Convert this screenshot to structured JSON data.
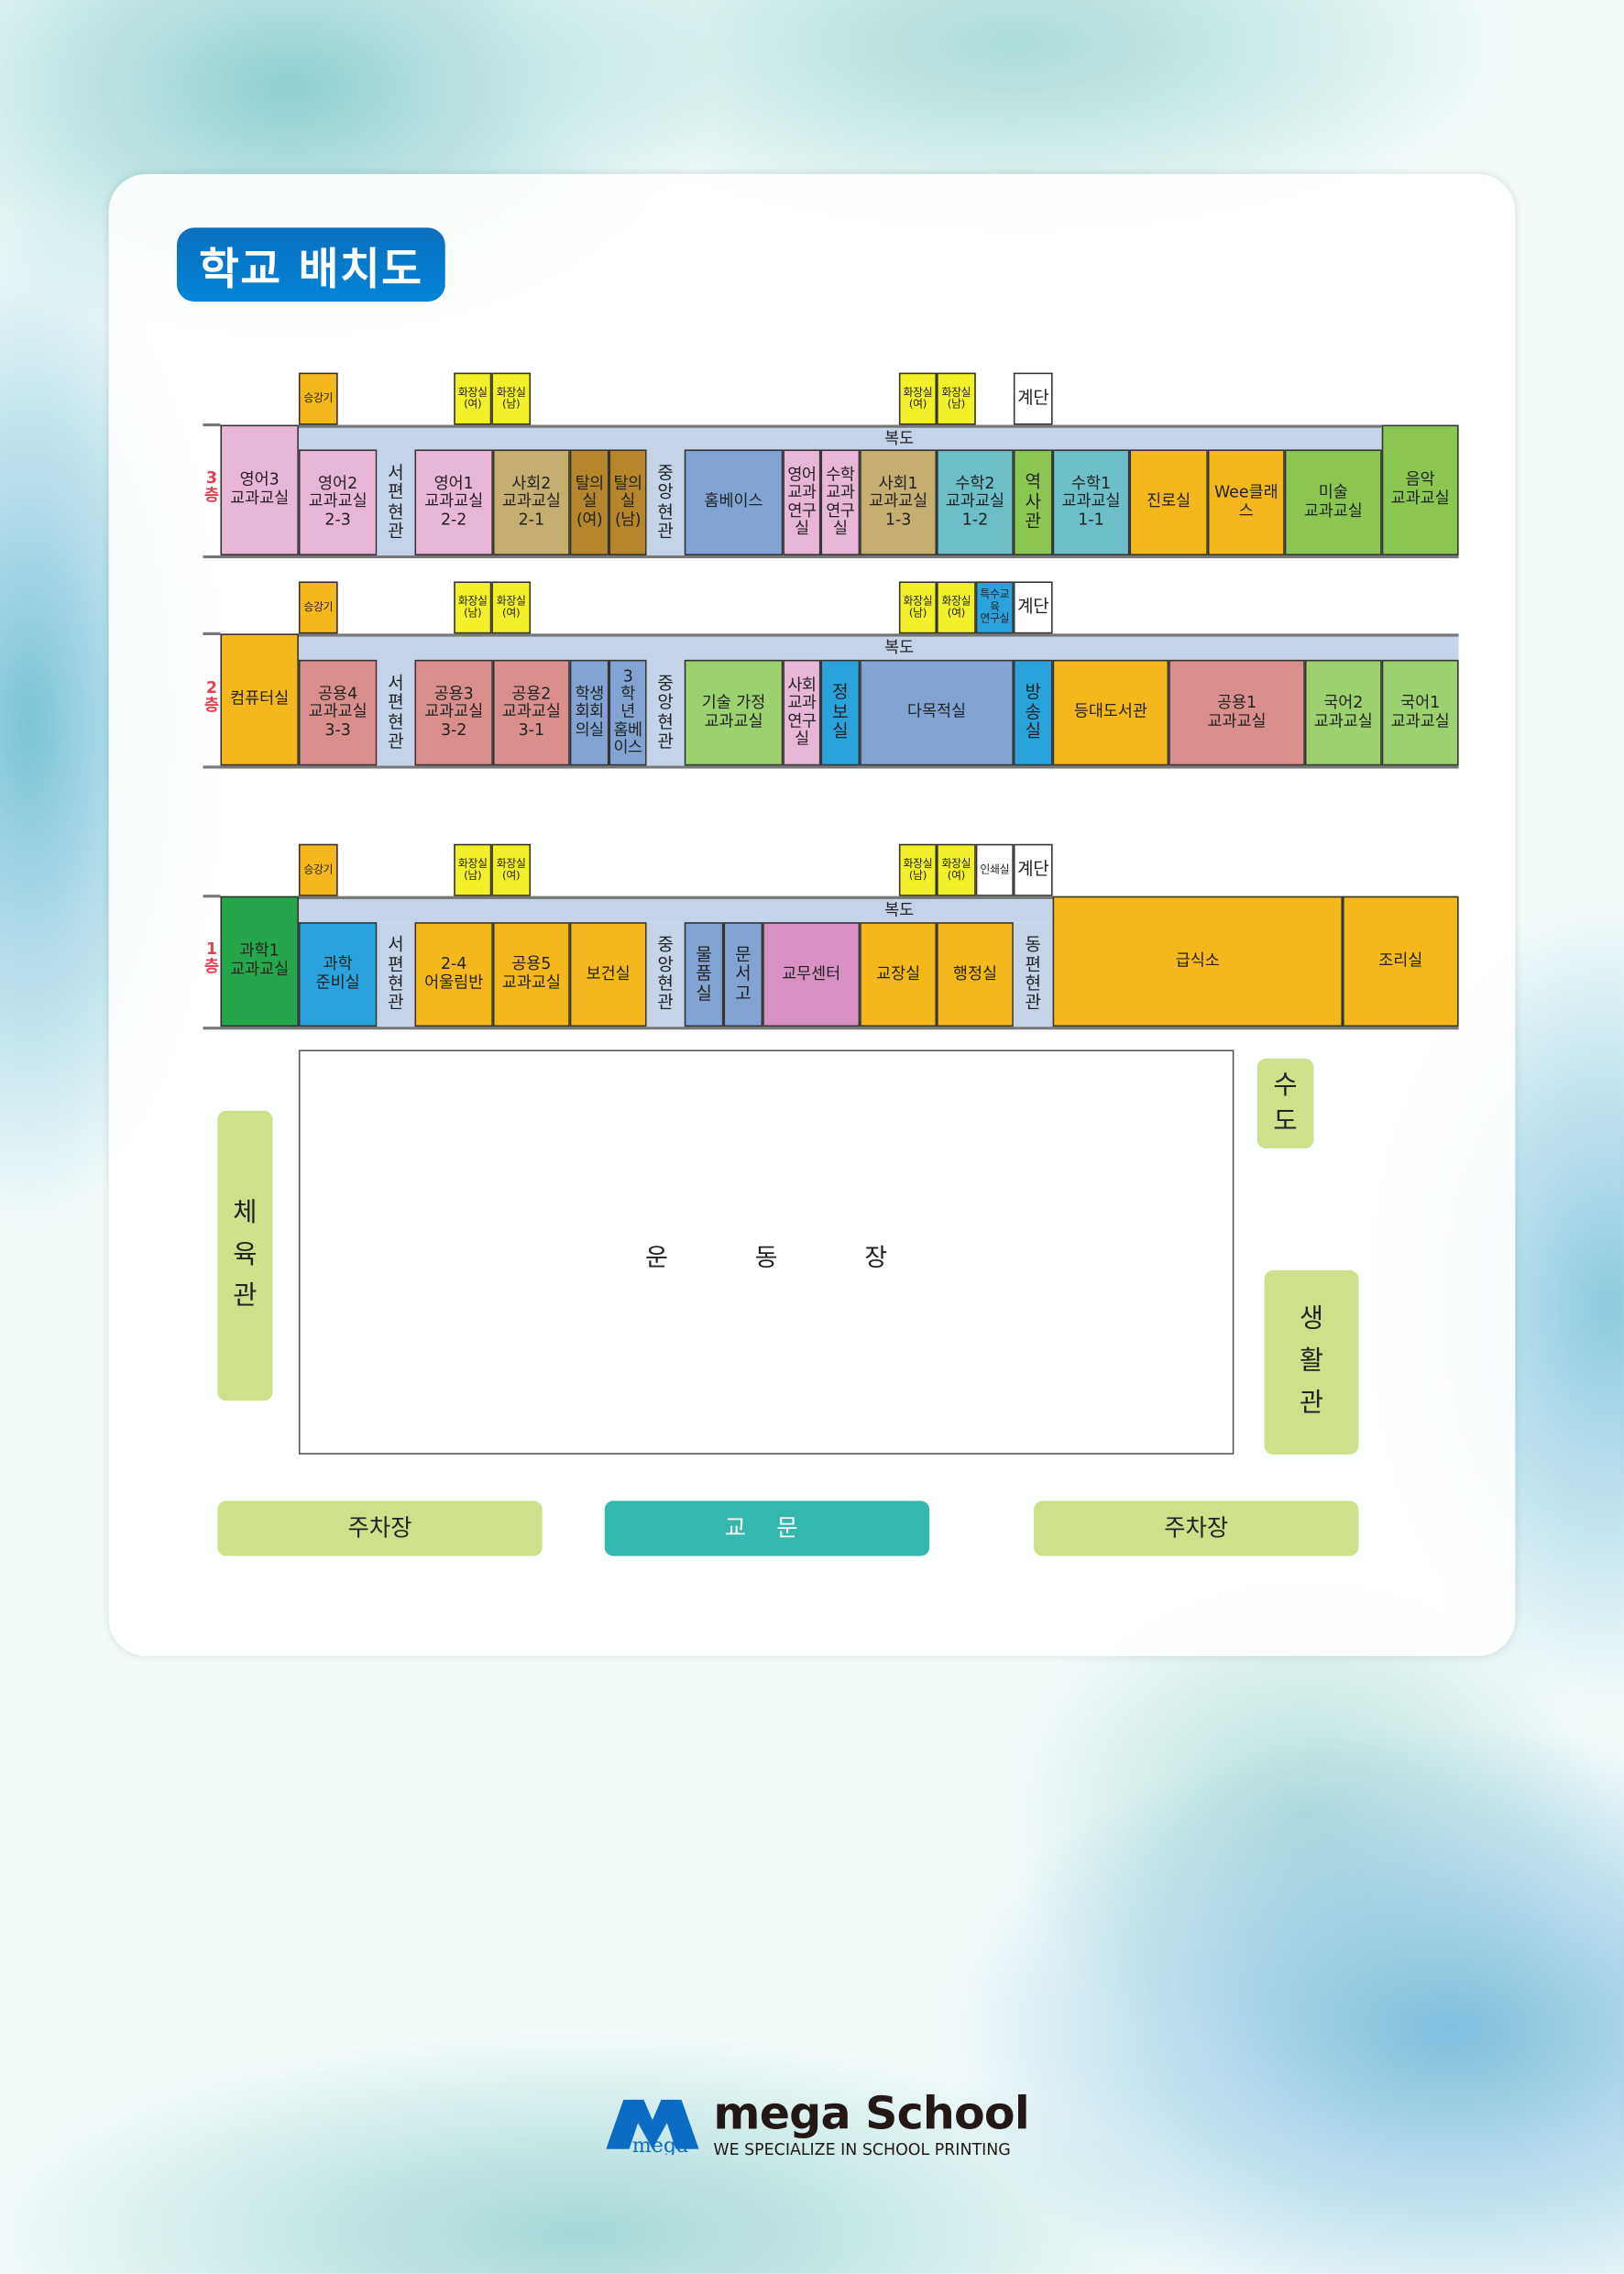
{
  "title": "학교 배치도",
  "corridor_label": "복도",
  "colors": {
    "pink": "#e8b6d6",
    "khaki": "#c4ae70",
    "brown": "#b8862a",
    "blue": "#82a4d4",
    "teal": "#6cbfc6",
    "green": "#8bc653",
    "lightgreen": "#9dd06e",
    "orange": "#f4b81c",
    "salmon": "#db8e8e",
    "skyblue": "#2aa3dc",
    "corridor": "#c5d3e8",
    "darkgreen": "#25a64a",
    "magenta": "#d990c2",
    "yellow": "#f2f028",
    "white": "#ffffff"
  },
  "floors": [
    {
      "label": "3\n층",
      "rooms": [
        {
          "label": "영어3\n교과교실",
          "color": "pink"
        },
        {
          "label": "영어2\n교과교실\n2-3",
          "color": "pink"
        },
        {
          "label": "서편현관",
          "color": "corridor"
        },
        {
          "label": "영어1\n교과교실\n2-2",
          "color": "pink"
        },
        {
          "label": "사회2\n교과교실\n2-1",
          "color": "khaki"
        },
        {
          "label": "탈의실(여)",
          "color": "brown"
        },
        {
          "label": "탈의실(남)",
          "color": "brown"
        },
        {
          "label": "중앙현관",
          "color": "corridor"
        },
        {
          "label": "홈베이스",
          "color": "blue"
        },
        {
          "label": "영어교과연구실",
          "color": "pink"
        },
        {
          "label": "수학교과연구실",
          "color": "pink"
        },
        {
          "label": "사회1\n교과교실\n1-3",
          "color": "khaki"
        },
        {
          "label": "수학2\n교과교실\n1-2",
          "color": "teal"
        },
        {
          "label": "역사관",
          "color": "green"
        },
        {
          "label": "수학1\n교과교실\n1-1",
          "color": "teal"
        },
        {
          "label": "진로실",
          "color": "orange"
        },
        {
          "label": "Wee클래스",
          "color": "orange"
        },
        {
          "label": "미술\n교과교실",
          "color": "green"
        },
        {
          "label": "음악\n교과교실",
          "color": "green"
        }
      ],
      "extras": [
        {
          "label": "승강기",
          "color": "orange"
        },
        {
          "label": "화장실\n(여)",
          "color": "yellow"
        },
        {
          "label": "화장실\n(남)",
          "color": "yellow"
        },
        {
          "label": "화장실\n(여)",
          "color": "yellow"
        },
        {
          "label": "화장실\n(남)",
          "color": "yellow"
        },
        {
          "label": "계단",
          "color": "white"
        }
      ]
    },
    {
      "label": "2\n층",
      "rooms": [
        {
          "label": "컴퓨터실",
          "color": "orange"
        },
        {
          "label": "공용4\n교과교실\n3-3",
          "color": "salmon"
        },
        {
          "label": "서편현관",
          "color": "corridor"
        },
        {
          "label": "공용3\n교과교실\n3-2",
          "color": "salmon"
        },
        {
          "label": "공용2\n교과교실\n3-1",
          "color": "salmon"
        },
        {
          "label": "학생\n회회\n의실",
          "color": "blue"
        },
        {
          "label": "3\n학\n년\n홈베\n이스",
          "color": "blue"
        },
        {
          "label": "중앙현관",
          "color": "corridor"
        },
        {
          "label": "기술 가정\n교과교실",
          "color": "lightgreen"
        },
        {
          "label": "사회교과연구실",
          "color": "pink"
        },
        {
          "label": "정보실",
          "color": "skyblue"
        },
        {
          "label": "다목적실",
          "color": "blue"
        },
        {
          "label": "방송실",
          "color": "skyblue"
        },
        {
          "label": "등대도서관",
          "color": "orange"
        },
        {
          "label": "공용1\n교과교실",
          "color": "salmon"
        },
        {
          "label": "국어2\n교과교실",
          "color": "lightgreen"
        },
        {
          "label": "국어1\n교과교실",
          "color": "lightgreen"
        }
      ],
      "extras": [
        {
          "label": "승강기",
          "color": "orange"
        },
        {
          "label": "화장실\n(남)",
          "color": "yellow"
        },
        {
          "label": "화장실\n(여)",
          "color": "yellow"
        },
        {
          "label": "화장실\n(남)",
          "color": "yellow"
        },
        {
          "label": "화장실\n(여)",
          "color": "yellow"
        },
        {
          "label": "특수교육\n연구실",
          "color": "skyblue"
        },
        {
          "label": "계단",
          "color": "white"
        }
      ]
    },
    {
      "label": "1\n층",
      "rooms": [
        {
          "label": "과학1\n교과교실",
          "color": "darkgreen"
        },
        {
          "label": "과학\n준비실",
          "color": "skyblue"
        },
        {
          "label": "서편현관",
          "color": "corridor"
        },
        {
          "label": "2-4\n어울림반",
          "color": "orange"
        },
        {
          "label": "공용5\n교과교실",
          "color": "orange"
        },
        {
          "label": "보건실",
          "color": "orange"
        },
        {
          "label": "중앙현관",
          "color": "corridor"
        },
        {
          "label": "물품실",
          "color": "blue"
        },
        {
          "label": "문서고",
          "color": "blue"
        },
        {
          "label": "교무센터",
          "color": "magenta"
        },
        {
          "label": "교장실",
          "color": "orange"
        },
        {
          "label": "행정실",
          "color": "orange"
        },
        {
          "label": "동편현관",
          "color": "corridor"
        },
        {
          "label": "급식소",
          "color": "orange"
        },
        {
          "label": "조리실",
          "color": "orange"
        }
      ],
      "extras": [
        {
          "label": "승강기",
          "color": "orange"
        },
        {
          "label": "화장실\n(남)",
          "color": "yellow"
        },
        {
          "label": "화장실\n(여)",
          "color": "yellow"
        },
        {
          "label": "화장실\n(남)",
          "color": "yellow"
        },
        {
          "label": "화장실\n(여)",
          "color": "yellow"
        },
        {
          "label": "인쇄실",
          "color": "white"
        },
        {
          "label": "계단",
          "color": "white"
        }
      ]
    }
  ],
  "grounds": {
    "playground": "운동장",
    "gym": "체\n육\n관",
    "water": "수\n도",
    "living_hall": "생\n활\n관",
    "parking_left": "주차장",
    "main_gate": "교 문",
    "parking_right": "주차장"
  },
  "footer": {
    "logo_mark": "mega",
    "brand": "mega School",
    "tagline": "WE SPECIALIZE IN SCHOOL PRINTING"
  }
}
